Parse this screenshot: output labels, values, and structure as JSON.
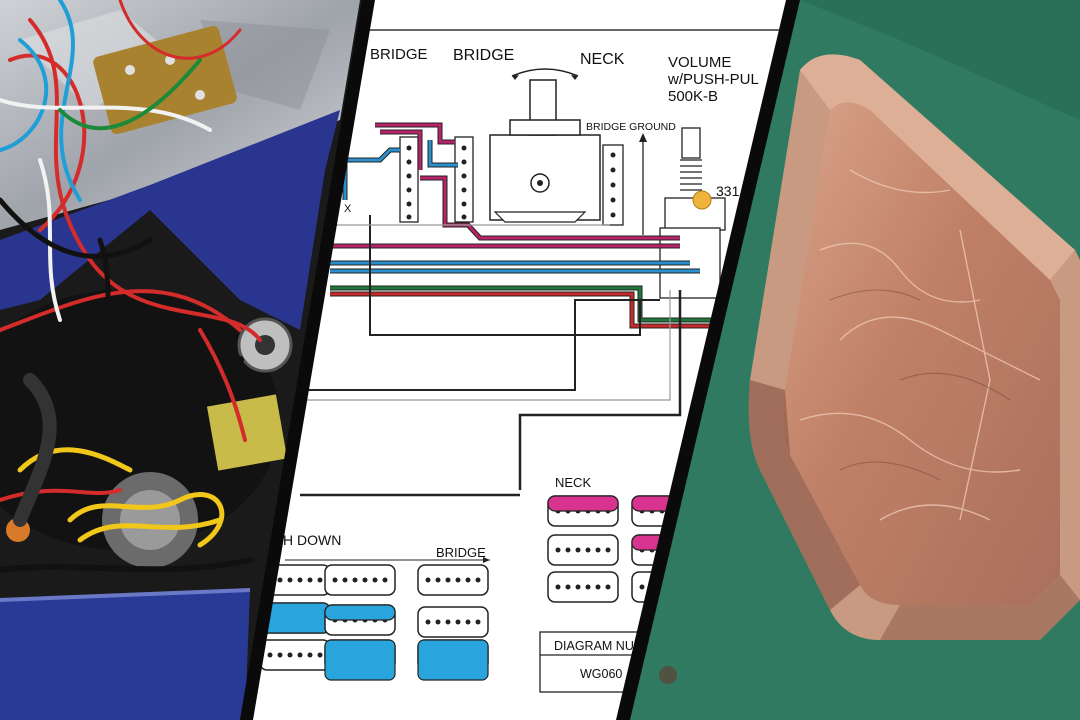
{
  "colors": {
    "pickguard_blue": "#2a3590",
    "shielding_foil": "#b9bcc2",
    "diagram_wire_magenta": "#b8246a",
    "diagram_wire_blue": "#2a8fcf",
    "diagram_wire_green": "#1e7a3a",
    "diagram_wire_red": "#c82a2a",
    "copper_tape": "#c88d72",
    "cutting_mat": "#2f7a61"
  },
  "panels": [
    {
      "id": "messy-cavity-photo",
      "subject": "guitar control cavity with tangled wiring"
    },
    {
      "id": "wiring-diagram",
      "subject": "wiring diagram"
    },
    {
      "id": "copper-shielding-photo",
      "subject": "cavity lined with copper shielding tape"
    }
  ],
  "diagram": {
    "label_bridge_left": "BRIDGE",
    "label_bridge_center": "BRIDGE",
    "label_neck": "NECK",
    "label_volume_line1": "VOLUME",
    "label_volume_line2": "w/PUSH-PUL",
    "label_volume_line3": "500K-B",
    "label_bridge_ground": "BRIDGE GROUND",
    "label_cap_value": "331",
    "label_x": "X",
    "legend_neck": "NECK",
    "legend_push_down": "H DOWN",
    "legend_bridge": "BRIDGE",
    "diagram_number_label": "DIAGRAM NU",
    "diagram_number_value": "WG060"
  }
}
